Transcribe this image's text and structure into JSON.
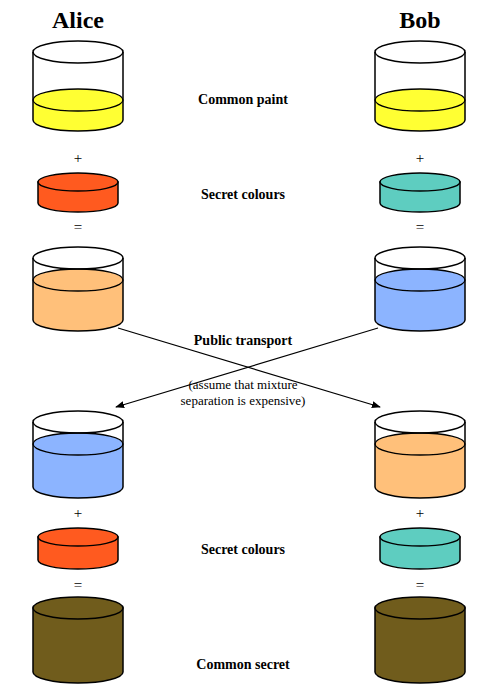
{
  "diagram": {
    "labels": [
      "Alice",
      "Bob",
      "Common paint",
      "+",
      "+",
      "Secret colours",
      "=",
      "=",
      "Public transport",
      "(assume that mixture separation is expensive)",
      "+",
      "+",
      "Secret colours",
      "=",
      "=",
      "Common secret"
    ]
  }
}
